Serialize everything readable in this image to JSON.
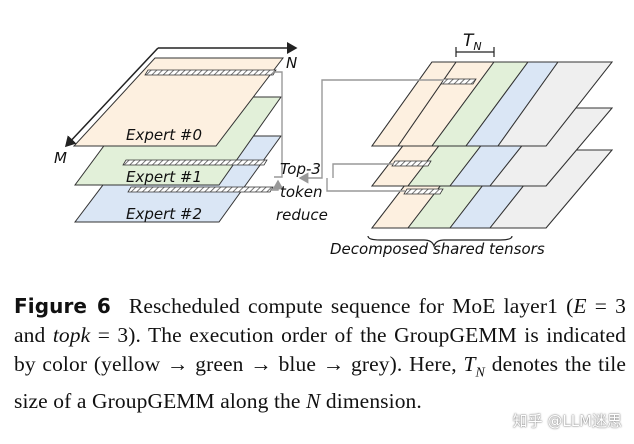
{
  "figure": {
    "axis_n": "N",
    "axis_m": "M",
    "tile_label": "T",
    "tile_sub": "N",
    "experts": [
      "Expert #0",
      "Expert #1",
      "Expert #2"
    ],
    "reduce_lines": [
      "Top-3",
      "token",
      "reduce"
    ],
    "shared_label": "Decomposed shared tensors",
    "colors": {
      "yellow": "#fdf0e0",
      "green": "#e2f0d9",
      "blue": "#dae6f5",
      "grey": "#efefef",
      "outline": "#222222",
      "arrow": "#999999"
    }
  },
  "caption": {
    "label": "Figure 6",
    "text_1": "Rescheduled compute sequence for MoE layer1 (",
    "e": "E",
    "eq1": " = 3 and ",
    "topk": "topk",
    "eq2": " = 3). The execution order of the GroupGEMM is indicated by color (yellow → green → blue → grey). Here, ",
    "tn": "T",
    "tn_sub": "N",
    "text_2": " denotes the tile size of a GroupGEMM along the ",
    "n": "N",
    "text_3": " dimension."
  },
  "watermark": "知乎 @LLM迷思"
}
